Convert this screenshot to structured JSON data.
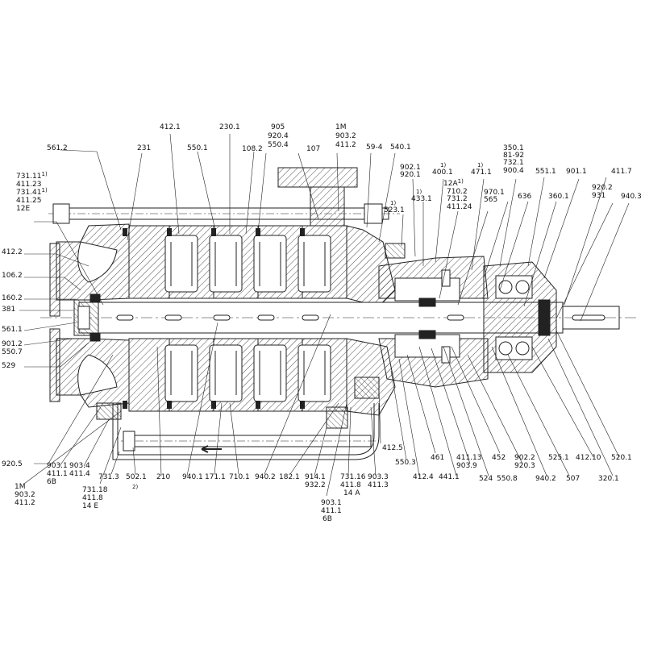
{
  "labels": {
    "l_412_1": "412.1",
    "l_230_1": "230.1",
    "l_905": "905",
    "l_920_4": "920.4",
    "l_550_4": "550.4",
    "l_1M_a": "1M",
    "l_903_2a": "903.2",
    "l_411_2a": "411.2",
    "l_59_4": "59-4",
    "l_540_1": "540.1",
    "l_561_2": "561.2",
    "l_231": "231",
    "l_550_1": "550.1",
    "l_108_2": "108.2",
    "l_107": "107",
    "l_902_1": "902.1",
    "l_920_1": "920.1",
    "l_400_1": "400.1",
    "l_471_1": "471.1",
    "l_350_1": "350.1",
    "l_81_92": "81-92",
    "l_732_1": "732.1",
    "l_900_4": "900.4",
    "l_551_1": "551.1",
    "l_901_1": "901.1",
    "l_411_7": "411.7",
    "l_731_11": "731.11",
    "l_411_23": "411.23",
    "l_731_41": "731.41",
    "l_411_25": "411.25",
    "l_12E": "12E",
    "l_523_1": "523.1",
    "l_433_1": "433.1",
    "l_12A": "12A",
    "l_710_2": "710.2",
    "l_731_2": "731.2",
    "l_411_24": "411.24",
    "l_970_1": "970.1",
    "l_565": "565",
    "l_636": "636",
    "l_360_1": "360.1",
    "l_920_2": "920.2",
    "l_931": "931",
    "l_940_3": "940.3",
    "l_412_2": "412.2",
    "l_106_2": "106.2",
    "l_160_2": "160.2",
    "l_381": "381",
    "l_561_1": "561.1",
    "l_901_2": "901.2",
    "l_550_7": "550.7",
    "l_529": "529",
    "l_920_5": "920.5",
    "l_903_1a": "903.1",
    "l_411_1a": "411.1",
    "l_6B_a": "6B",
    "l_903_4": "903.4",
    "l_411_4": "411.4",
    "l_1M_b": "1M",
    "l_903_2b": "903.2",
    "l_411_2b": "411.2",
    "l_731_18": "731.18",
    "l_411_8a": "411.8",
    "l_14E": "14  E",
    "l_731_3": "731.3",
    "l_502_1": "502.1",
    "l_2": "2)",
    "l_210": "210",
    "l_940_1": "940.1",
    "l_171_1": "171.1",
    "l_710_1": "710.1",
    "l_940_2a": "940.2",
    "l_182_1": "182.1",
    "l_914_1": "914.1",
    "l_932_2": "932.2",
    "l_731_16": "731.16",
    "l_411_8b": "411.8",
    "l_14A": "14  A",
    "l_903_3": "903.3",
    "l_411_3": "411.3",
    "l_903_1b": "903.1",
    "l_411_1b": "411.1",
    "l_6B_b": "6B",
    "l_412_5": "412.5",
    "l_550_3": "550.3",
    "l_412_4": "412.4",
    "l_441_1": "441.1",
    "l_461": "461",
    "l_411_13": "411.13",
    "l_903_9": "903.9",
    "l_524": "524",
    "l_550_8": "550.8",
    "l_452": "452",
    "l_902_2": "902.2",
    "l_920_3": "920.3",
    "l_940_2b": "940.2",
    "l_525_1": "525.1",
    "l_507": "507",
    "l_412_10": "412.10",
    "l_320_1": "320.1",
    "l_520_1": "520.1",
    "fn1": "1)"
  }
}
